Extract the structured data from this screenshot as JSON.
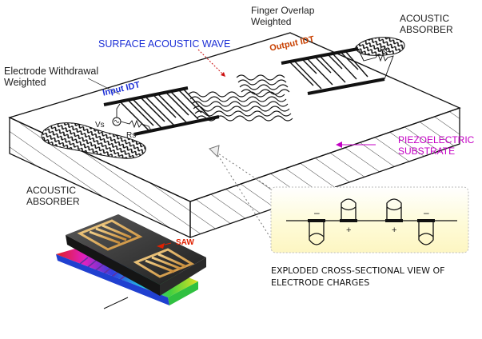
{
  "labels": {
    "finger_overlap_line1": "Finger Overlap",
    "finger_overlap_line2": "Weighted",
    "acoustic_absorber_top_line1": "ACOUSTIC",
    "acoustic_absorber_top_line2": "ABSORBER",
    "surface_acoustic_wave": "SURFACE ACOUSTIC WAVE",
    "electrode_withdrawal_line1": "Electrode Withdrawal",
    "electrode_withdrawal_line2": "Weighted",
    "output_idt": "Output IDT",
    "input_idt": "Input IDT",
    "ro": "Ro",
    "vs": "Vs",
    "rs": "Rs",
    "piezo_line1": "PIEZOELECTRIC",
    "piezo_line2": "SUBSTRATE",
    "acoustic_absorber_bottom_line1": "ACOUSTIC",
    "acoustic_absorber_bottom_line2": "ABSORBER",
    "saw": "SAW",
    "cross_section_line1": "EXPLODED CROSS-SECTIONAL VIEW OF",
    "cross_section_line2": "ELECTRODE CHARGES",
    "charge_minus": "–",
    "charge_plus": "+"
  },
  "colors": {
    "blue_label": "#1c2fd6",
    "magenta_label": "#c400c4",
    "output_idt": "#c84000",
    "saw_label": "#e02000",
    "inset_fill": "#fefbd8"
  }
}
